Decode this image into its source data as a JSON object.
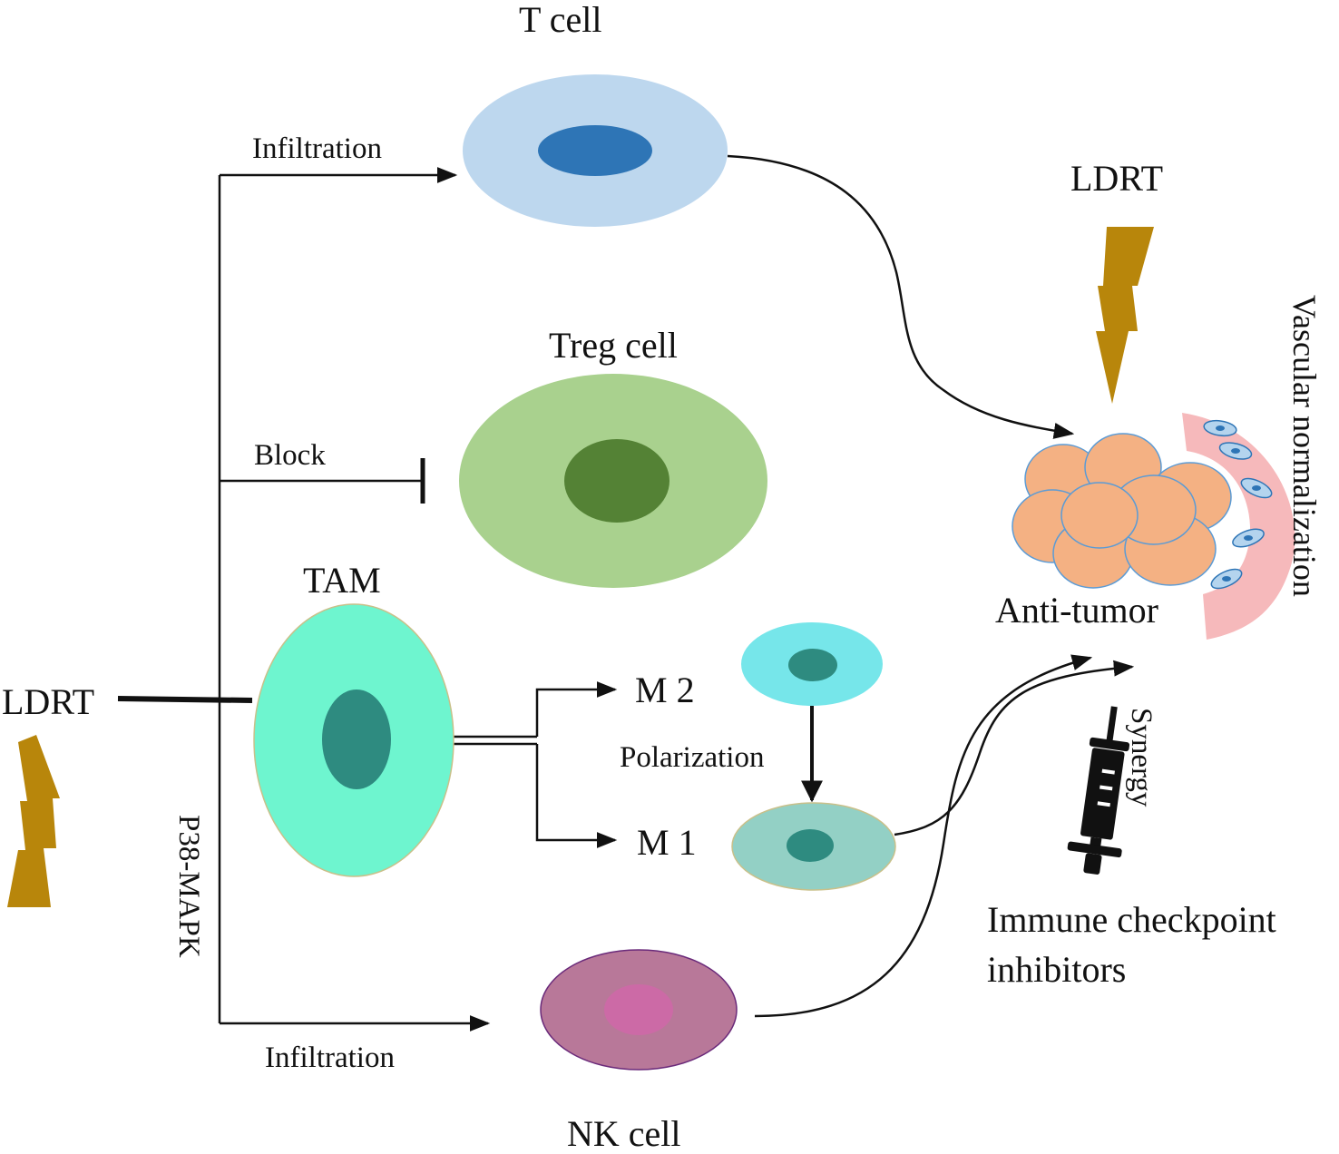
{
  "labels": {
    "ldrt_left": "LDRT",
    "ldrt_right": "LDRT",
    "t_cell": "T cell",
    "treg_cell": "Treg cell",
    "tam": "TAM",
    "nk_cell": "NK cell",
    "m2": "M 2",
    "m1": "M 1",
    "polarization": "Polarization",
    "infiltration_top": "Infiltration",
    "infiltration_bottom": "Infiltration",
    "block": "Block",
    "p38_mapk": "P38-MAPK",
    "anti_tumor": "Anti-tumor",
    "vascular_normalization": "Vascular normalization",
    "synergy": "Synergy",
    "icis_line1": "Immune checkpoint",
    "icis_line2": "inhibitors"
  },
  "colors": {
    "lightning": "#b8860b",
    "t_cell_outer": "#bdd7ee",
    "t_cell_nucleus": "#2e75b6",
    "treg_outer": "#a9d18e",
    "treg_nucleus": "#548235",
    "tam_outer": "#6ef5cf",
    "tam_nucleus": "#2e8b80",
    "m2_outer": "#76e6ea",
    "m1_outer": "#93d0c5",
    "macro_nucleus": "#2e8b80",
    "nk_outer": "#b87899",
    "nk_nucleus": "#cc6aa6",
    "tumor": "#f4b183",
    "vessel": "#f6b9bb",
    "endothelial": "#b4d4ee",
    "syringe": "#111111"
  }
}
